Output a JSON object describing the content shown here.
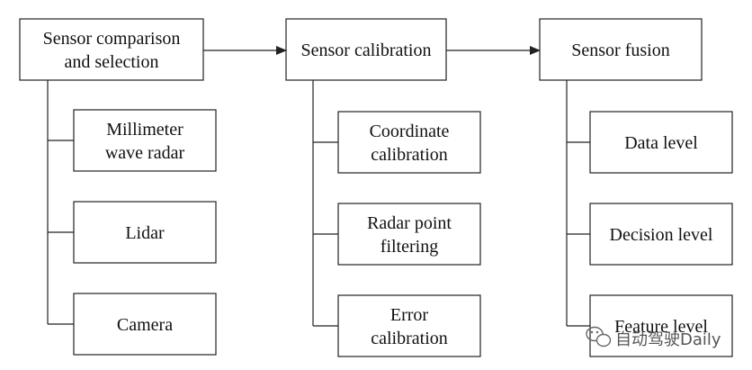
{
  "stages": [
    {
      "id": "stage-selection",
      "label": [
        "Sensor comparison",
        "and selection"
      ],
      "children": [
        [
          "Millimeter",
          "wave radar"
        ],
        [
          "Lidar"
        ],
        [
          "Camera"
        ]
      ]
    },
    {
      "id": "stage-calibration",
      "label": [
        "Sensor calibration"
      ],
      "children": [
        [
          "Coordinate",
          "calibration"
        ],
        [
          "Radar point",
          "filtering"
        ],
        [
          "Error",
          "calibration"
        ]
      ]
    },
    {
      "id": "stage-fusion",
      "label": [
        "Sensor fusion"
      ],
      "children": [
        [
          "Data level"
        ],
        [
          "Decision level"
        ],
        [
          "Feature level"
        ]
      ]
    }
  ],
  "watermark": {
    "icon": "wechat-icon",
    "text": "自动驾驶Daily"
  }
}
